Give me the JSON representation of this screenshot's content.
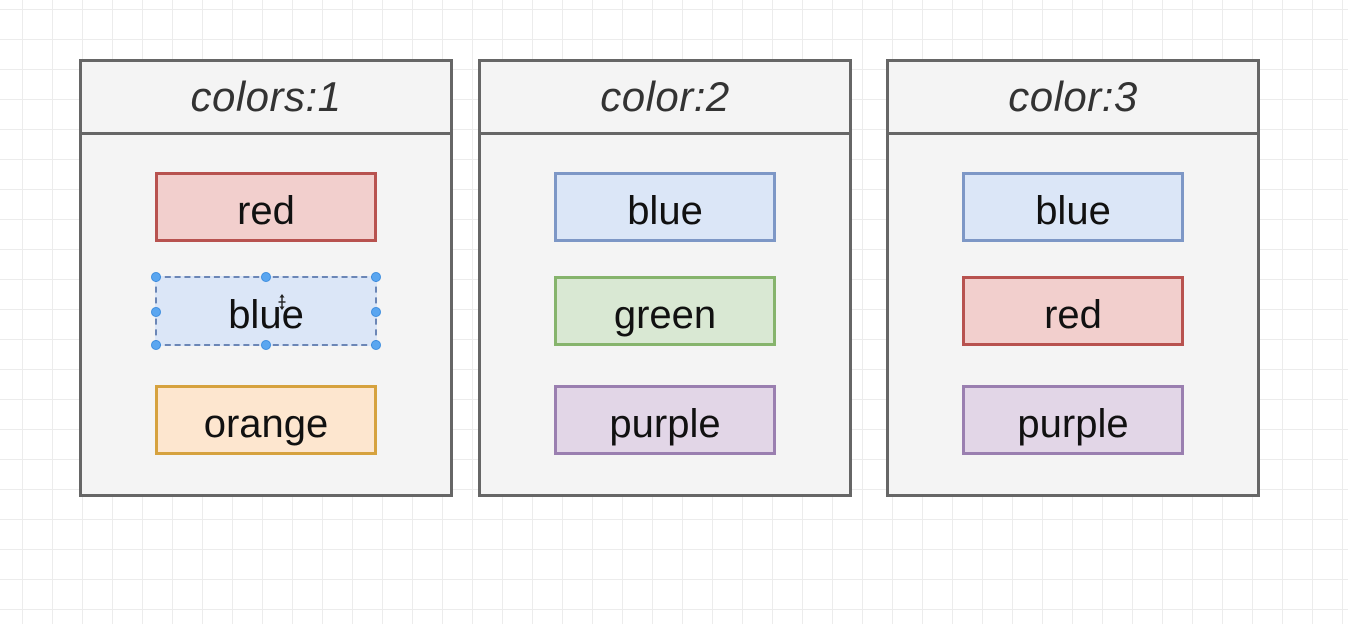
{
  "panels": [
    {
      "title": "colors:1",
      "items": [
        {
          "label": "red",
          "color": "red"
        },
        {
          "label": "blue",
          "color": "blue",
          "selected": true
        },
        {
          "label": "orange",
          "color": "orange"
        }
      ]
    },
    {
      "title": "color:2",
      "items": [
        {
          "label": "blue",
          "color": "blue"
        },
        {
          "label": "green",
          "color": "green"
        },
        {
          "label": "purple",
          "color": "purple"
        }
      ]
    },
    {
      "title": "color:3",
      "items": [
        {
          "label": "blue",
          "color": "blue"
        },
        {
          "label": "red",
          "color": "red"
        },
        {
          "label": "purple",
          "color": "purple"
        }
      ]
    }
  ],
  "palette": {
    "red": {
      "fill": "#f2cfcd",
      "stroke": "#b8524f"
    },
    "blue": {
      "fill": "#dbe6f7",
      "stroke": "#7d97c6"
    },
    "orange": {
      "fill": "#fde6cf",
      "stroke": "#d6a23e"
    },
    "green": {
      "fill": "#d9e8d3",
      "stroke": "#86b46c"
    },
    "purple": {
      "fill": "#e2d6e7",
      "stroke": "#9a7fb0"
    },
    "panel_border": "#666666",
    "selection": "#5aa6f0"
  },
  "cursor_icon": "move-cursor-icon"
}
